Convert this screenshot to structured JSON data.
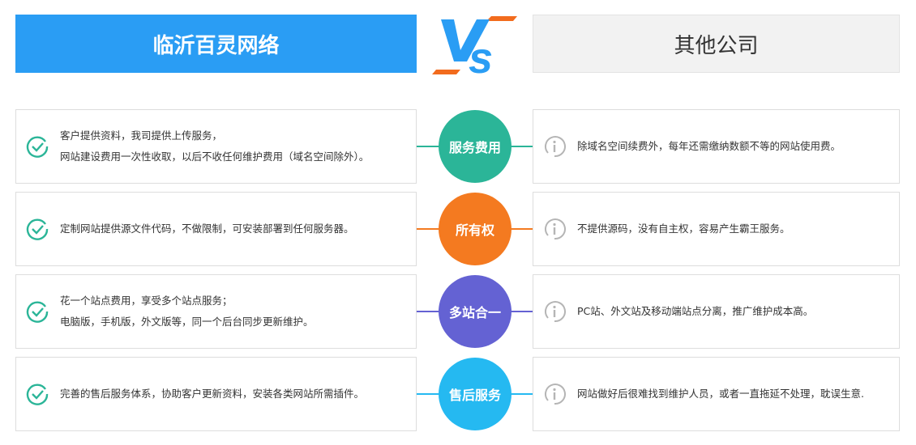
{
  "header": {
    "left_title": "临沂百灵网络",
    "right_title": "其他公司",
    "vs_logo": "VS"
  },
  "colors": {
    "blue": "#2a9df4",
    "orange": "#f26b1d"
  },
  "rows": [
    {
      "label": "服务费用",
      "color": "#2bb598",
      "left": [
        "客户提供资料，我司提供上传服务，",
        "网站建设费用一次性收取，以后不收任何维护费用（域名空间除外）。"
      ],
      "right": "除域名空间续费外，每年还需缴纳数额不等的网站使用费。"
    },
    {
      "label": "所有权",
      "color": "#f47a20",
      "left": [
        "定制网站提供源文件代码，不做限制，可安装部署到任何服务器。"
      ],
      "right": "不提供源码，没有自主权，容易产生霸王服务。"
    },
    {
      "label": "多站合一",
      "color": "#6462d3",
      "left": [
        "花一个站点费用，享受多个站点服务；",
        "电脑版，手机版，外文版等，同一个后台同步更新维护。"
      ],
      "right": "PC站、外文站及移动端站点分离，推广维护成本高。"
    },
    {
      "label": "售后服务",
      "color": "#25b9f1",
      "left": [
        "完善的售后服务体系，协助客户更新资料，安装各类网站所需插件。"
      ],
      "right": "网站做好后很难找到维护人员，或者一直拖延不处理，耽误生意."
    }
  ]
}
